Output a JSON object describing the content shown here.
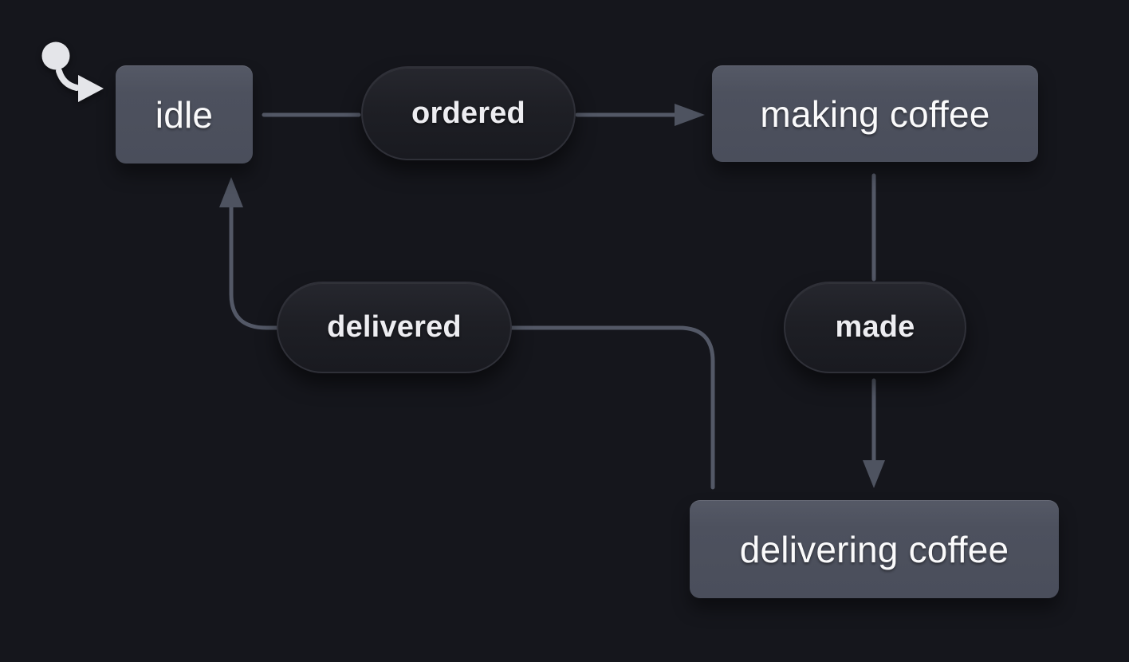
{
  "colors": {
    "background": "#15161c",
    "state_fill": "#4d515e",
    "state_text": "#fafafb",
    "event_fill": "#1e1f25",
    "event_border": "#2f3038",
    "event_text": "#ededf1",
    "edge": "#535866",
    "arrow": "#4e5360",
    "initial_marker": "#e4e5e9"
  },
  "states": {
    "idle": {
      "label": "idle"
    },
    "making_coffee": {
      "label": "making coffee"
    },
    "delivering_coffee": {
      "label": "delivering coffee"
    }
  },
  "events": {
    "ordered": {
      "label": "ordered"
    },
    "made": {
      "label": "made"
    },
    "delivered": {
      "label": "delivered"
    }
  },
  "initial_state": "idle",
  "transitions": [
    {
      "from": "idle",
      "event": "ordered",
      "to": "making coffee"
    },
    {
      "from": "making coffee",
      "event": "made",
      "to": "delivering coffee"
    },
    {
      "from": "delivering coffee",
      "event": "delivered",
      "to": "idle"
    }
  ]
}
